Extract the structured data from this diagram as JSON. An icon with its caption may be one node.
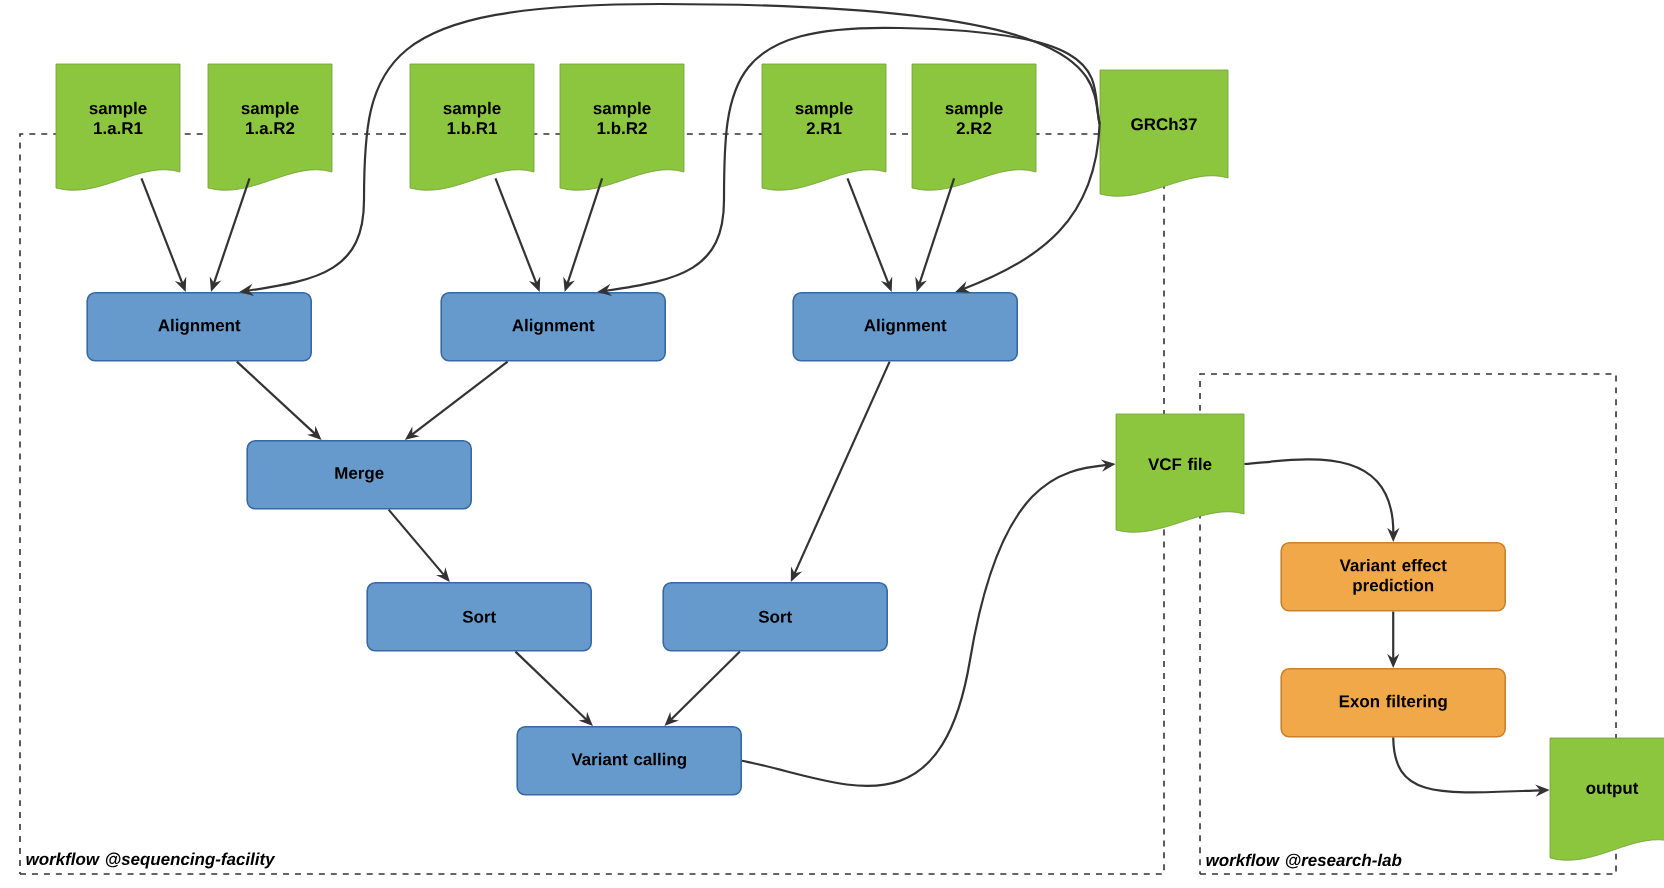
{
  "diagram": {
    "nodes": [
      {
        "text": [
          "workflow @sequencing-facility"
        ]
      },
      {
        "text": [
          "workflow @research-lab"
        ]
      },
      {
        "text": [
          "sample 1.a.R1"
        ]
      },
      {
        "text": [
          "sample 1.a.R2"
        ]
      },
      {
        "text": [
          "sample 1.b.R1"
        ]
      },
      {
        "text": [
          "sample 1.b.R2"
        ]
      },
      {
        "text": [
          "sample 2.R1"
        ]
      },
      {
        "text": [
          "sample 2.R2"
        ]
      },
      {
        "text": [
          "GRCh37"
        ]
      },
      {
        "text": [
          "Alignment"
        ],
        "in": 0
      },
      {
        "text": [
          "Alignment"
        ],
        "in": 0
      },
      {
        "text": [
          "Alignment"
        ],
        "in": 0
      },
      {
        "text": [
          "Merge"
        ],
        "in": 0
      },
      {
        "text": [
          "Sort"
        ],
        "in": 0
      },
      {
        "text": [
          "Sort"
        ],
        "in": 0
      },
      {
        "text": [
          "Variant calling"
        ],
        "in": 0
      },
      {
        "text": [
          "VCF file"
        ]
      },
      {
        "text": [
          "Variant effect prediction"
        ],
        "in": 1
      },
      {
        "text": [
          "Exon filtering"
        ],
        "in": 1
      },
      {
        "text": [
          "output"
        ]
      }
    ],
    "edges": [
      {
        "from": 2,
        "to": 9,
        "arrow": "to"
      },
      {
        "from": 3,
        "to": 9,
        "arrow": "to"
      },
      {
        "from": 8,
        "to": 9,
        "arrow": "to"
      },
      {
        "from": 4,
        "to": 10,
        "arrow": "to"
      },
      {
        "from": 5,
        "to": 10,
        "arrow": "to"
      },
      {
        "from": 8,
        "to": 10,
        "arrow": "to"
      },
      {
        "from": 6,
        "to": 11,
        "arrow": "to"
      },
      {
        "from": 7,
        "to": 11,
        "arrow": "to"
      },
      {
        "from": 8,
        "to": 11,
        "arrow": "to"
      },
      {
        "from": 9,
        "to": 12,
        "arrow": "to"
      },
      {
        "from": 10,
        "to": 12,
        "arrow": "to"
      },
      {
        "from": 12,
        "to": 13,
        "arrow": "to"
      },
      {
        "from": 11,
        "to": 14,
        "arrow": "to"
      },
      {
        "from": 13,
        "to": 15,
        "arrow": "to"
      },
      {
        "from": 14,
        "to": 15,
        "arrow": "to"
      },
      {
        "from": 15,
        "to": 16,
        "arrow": "to"
      },
      {
        "from": 16,
        "to": 17,
        "arrow": "to"
      },
      {
        "from": 17,
        "to": 18,
        "arrow": "to"
      },
      {
        "from": 18,
        "to": 19,
        "arrow": "to"
      }
    ]
  }
}
